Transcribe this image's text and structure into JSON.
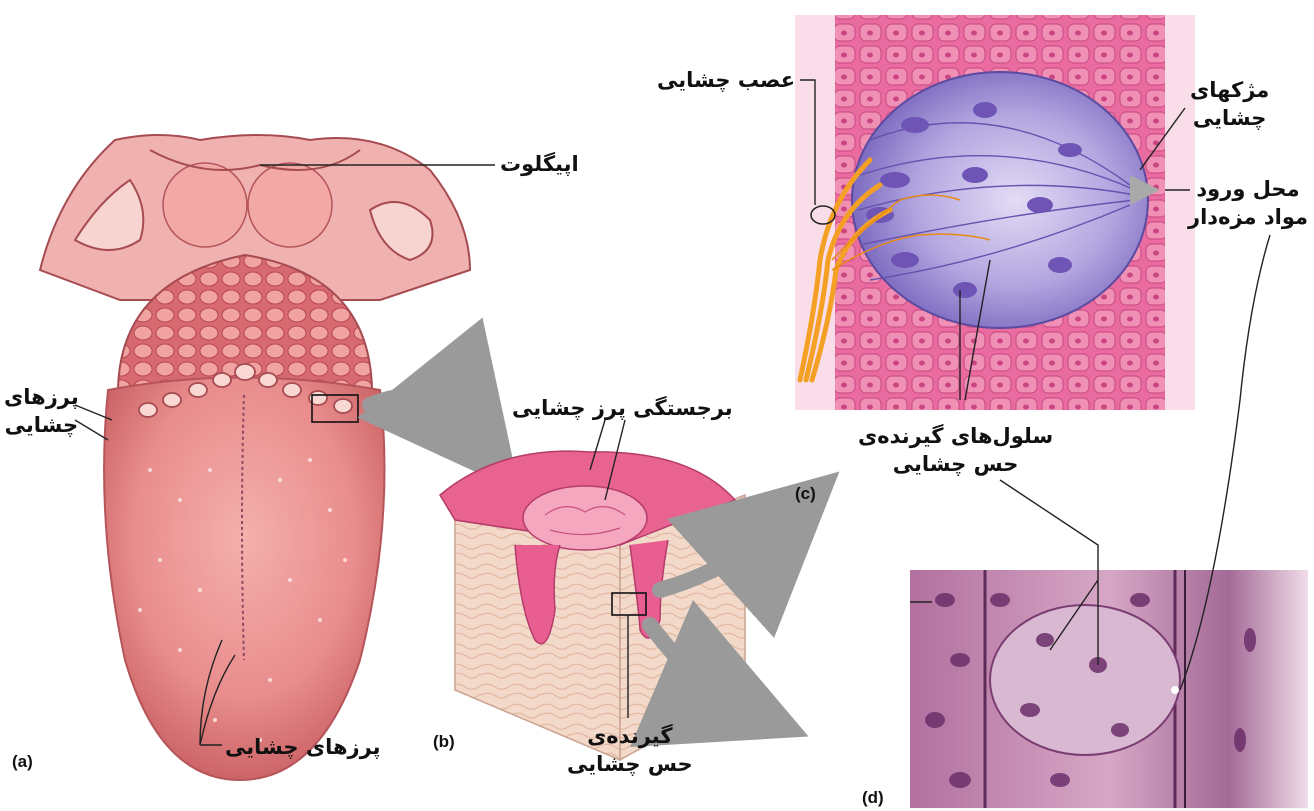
{
  "labels": {
    "epiglottis": "اپیگلوت",
    "taste_pores_side": [
      "پرزهای",
      "چشایی"
    ],
    "taste_pores_bottom": "پرزهای چشایی",
    "papilla_ridge": "برجستگی پرز چشایی",
    "taste_nerve": "عصب چشایی",
    "taste_hairs": [
      "مژکهای",
      "چشایی"
    ],
    "entry_site": [
      "محل ورود",
      "مواد مزه‌دار"
    ],
    "receptor_cells": [
      "سلول‌های گیرنده‌ی",
      "حس چشایی"
    ],
    "receptor": [
      "گیرنده‌ی",
      "حس چشایی"
    ]
  },
  "panel_tags": {
    "a": "(a)",
    "b": "(b)",
    "c": "(c)",
    "d": "(d)"
  },
  "colors": {
    "tongue": "#e98d8d",
    "tongue_dark": "#c65b5e",
    "papilla_pink": "#e5628f",
    "tissue_beige": "#f3d9c9",
    "bud_purple": "#b3a6e0",
    "cell_nucleus": "#6e55b5",
    "nerve_orange": "#f4a024",
    "histology_pink": "#c98fb8",
    "arrow_gray": "#9a9a9a"
  }
}
